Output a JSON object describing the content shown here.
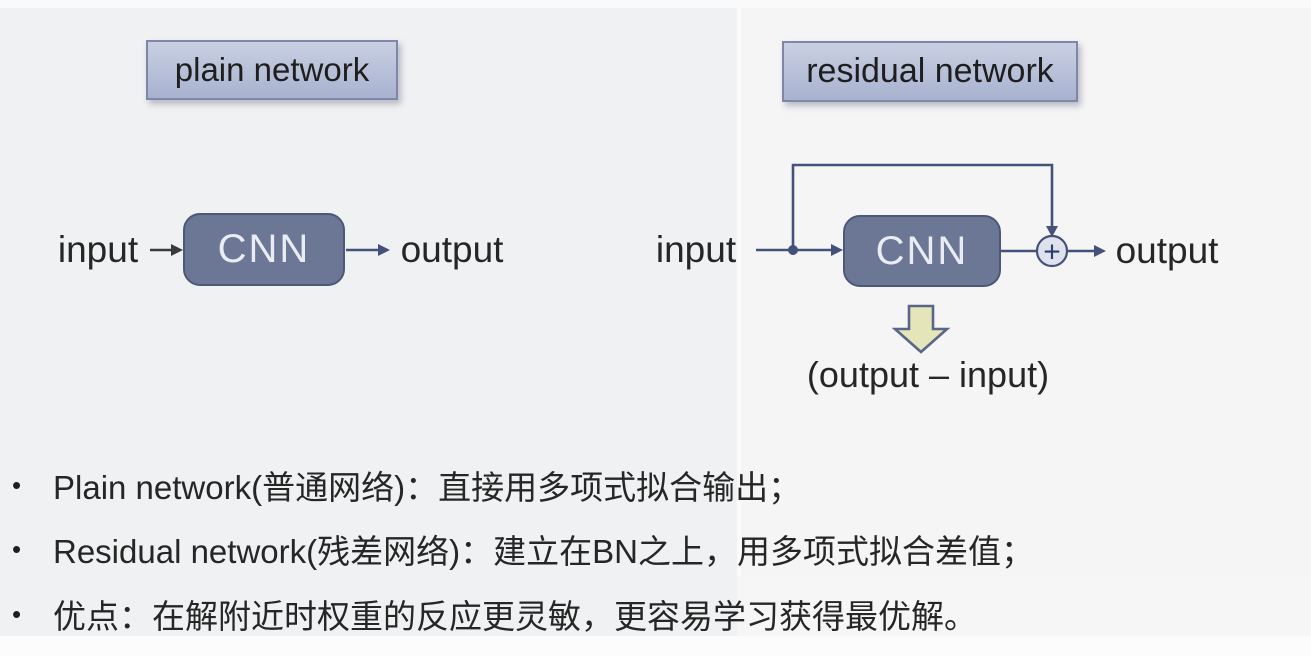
{
  "slide": {
    "left_diagram": {
      "title": "plain network",
      "input_label": "input",
      "box_label": "CNN",
      "output_label": "output"
    },
    "right_diagram": {
      "title": "residual network",
      "input_label": "input",
      "box_label": "CNN",
      "output_label": "output",
      "add_symbol": "+",
      "caption": "(output – input)"
    },
    "bullets": [
      "Plain network(普通网络)：直接用多项式拟合输出；",
      "Residual network(残差网络)：建立在BN之上，用多项式拟合差值；",
      "优点：在解附近时权重的反应更灵敏，更容易学习获得最优解。"
    ]
  },
  "colors": {
    "canvas_bg": "#f0f1f2",
    "panel_bg": "#f5f5f6",
    "title_box_top": "#c9d0e3",
    "title_box_bottom": "#a8b2cf",
    "title_box_border": "#7e87a7",
    "cnn_fill": "#6b7794",
    "cnn_border": "#4b5878",
    "cnn_text": "#e9ecf3",
    "connector": "#44527b",
    "input_arrow_dark": "#3a3a3a",
    "add_circle_fill": "#dfe2ec",
    "add_sign": "#2d3e6d",
    "down_arrow_fill": "#e4e5b8",
    "down_arrow_border": "#5a6689",
    "body_text": "#262626"
  }
}
